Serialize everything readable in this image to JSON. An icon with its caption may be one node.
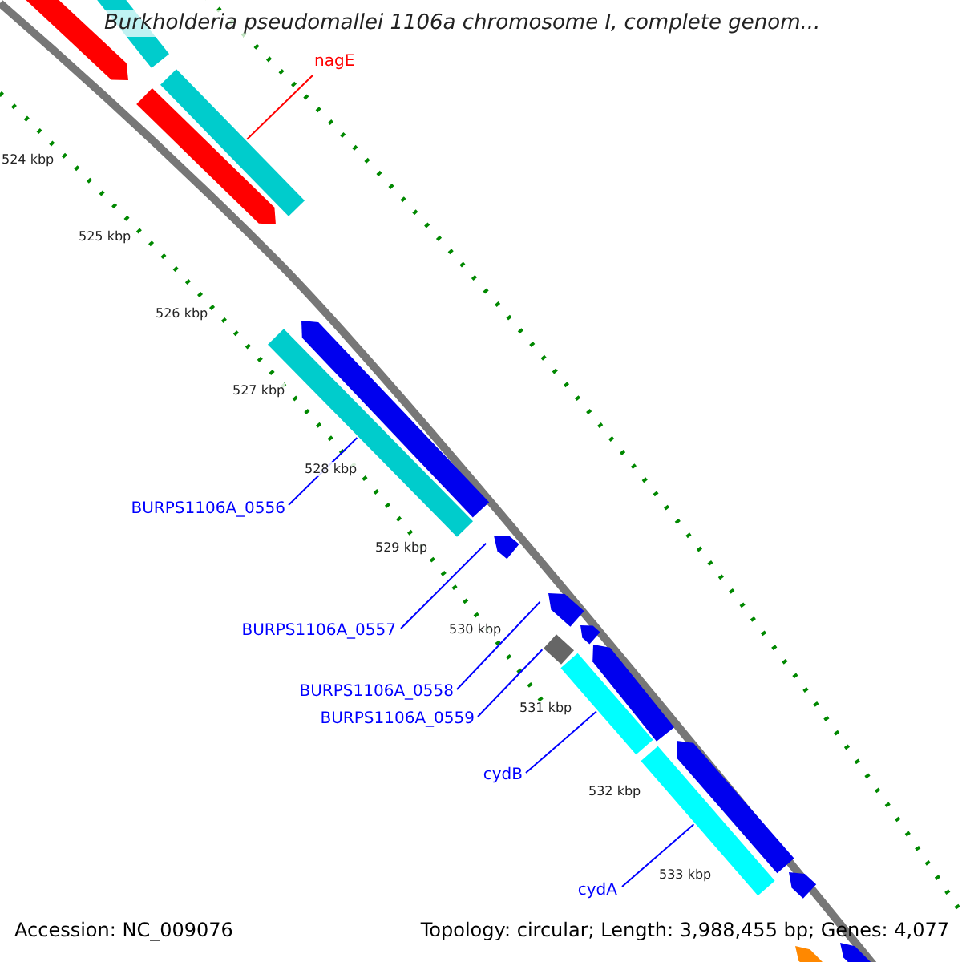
{
  "diagram": {
    "title": "Burkholderia pseudomallei 1106a chromosome I, complete genom...",
    "nodes": [
      {
        "text": [],
        "shape": "bar"
      },
      {
        "text": [],
        "shape": "bar"
      },
      {
        "text": [
          "nagE"
        ]
      },
      {
        "text": [],
        "shape": "bar"
      },
      {
        "text": [],
        "shape": "bar"
      },
      {
        "text": [],
        "shape": "bar"
      },
      {
        "text": [],
        "shape": "bar"
      },
      {
        "text": [
          "BURPS1106A_0556"
        ]
      },
      {
        "text": [],
        "shape": "bar"
      },
      {
        "text": [
          "BURPS1106A_0557"
        ]
      },
      {
        "text": [],
        "shape": "bar"
      },
      {
        "text": [],
        "shape": "bar"
      },
      {
        "text": [],
        "shape": "bar"
      },
      {
        "text": [],
        "shape": "bar"
      },
      {
        "text": [
          "BURPS1106A_0558"
        ]
      },
      {
        "text": [
          "BURPS1106A_0559"
        ]
      },
      {
        "text": [],
        "shape": "bar"
      },
      {
        "text": [
          "cydB"
        ]
      },
      {
        "text": [],
        "shape": "bar"
      },
      {
        "text": [],
        "shape": "bar"
      },
      {
        "text": [],
        "shape": "bar"
      },
      {
        "text": [
          "cydA"
        ]
      },
      {
        "text": [],
        "shape": "bar"
      },
      {
        "text": [],
        "shape": "bar"
      }
    ],
    "edges": [
      {
        "from": 2,
        "to": 4,
        "arrow": "none",
        "color": "#ff0000"
      },
      {
        "from": 7,
        "to": 6,
        "arrow": "none"
      },
      {
        "from": 9,
        "to": 8,
        "arrow": "none"
      },
      {
        "from": 14,
        "to": 10,
        "arrow": "none"
      },
      {
        "from": 15,
        "to": 12,
        "arrow": "none"
      },
      {
        "from": 17,
        "to": 16,
        "arrow": "none"
      },
      {
        "from": 21,
        "to": 19,
        "arrow": "none"
      }
    ],
    "labels": [
      "524 kbp",
      "525 kbp",
      "526 kbp",
      "527 kbp",
      "528 kbp",
      "529 kbp",
      "530 kbp",
      "531 kbp",
      "532 kbp",
      "533 kbp",
      "Accession: NC_009076",
      "Topology: circular; Length: 3,988,455 bp; Genes: 4,077"
    ]
  }
}
